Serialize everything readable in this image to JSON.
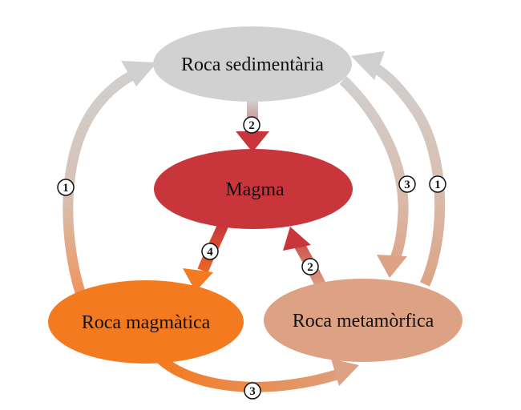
{
  "nodes": {
    "sedimentary": {
      "label": "Roca sedimentària",
      "color": "#d1d1d1"
    },
    "magma": {
      "label": "Magma",
      "color": "#c8353a"
    },
    "igneous": {
      "label": "Roca magmàtica",
      "color": "#f47a20"
    },
    "metamorphic": {
      "label": "Roca metamòrfica",
      "color": "#dca283"
    }
  },
  "processes": {
    "igneous_to_sedimentary": "1",
    "metamorphic_to_sedimentary": "1",
    "sedimentary_to_magma": "2",
    "metamorphic_to_magma": "2",
    "sedimentary_to_metamorphic": "3",
    "igneous_to_metamorphic": "3",
    "magma_to_igneous": "4"
  }
}
